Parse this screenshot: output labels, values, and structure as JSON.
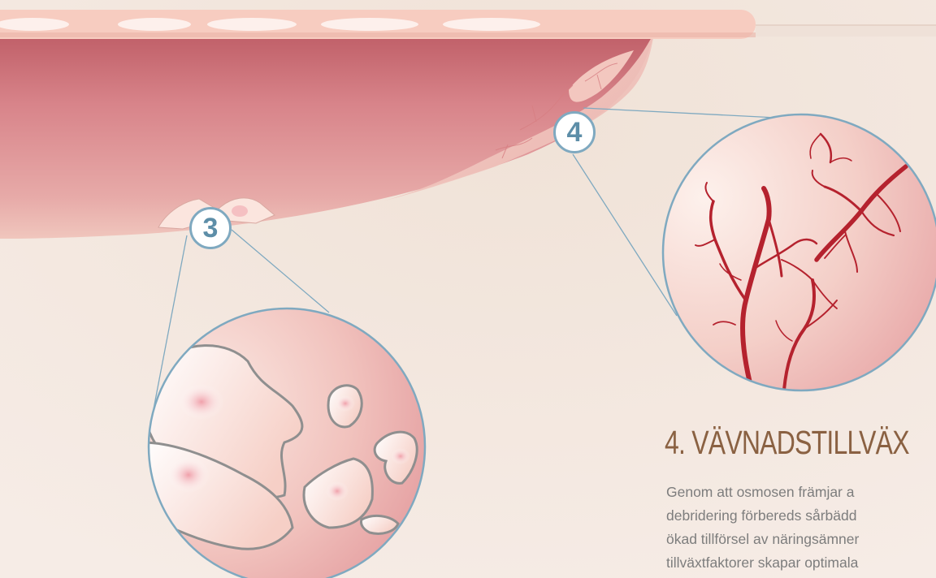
{
  "markers": {
    "wound_debris": "3",
    "tissue_growth": "4"
  },
  "section": {
    "title": "4. VÄVNADSTILLVÄX",
    "body_lines": [
      "Genom att osmosen främjar a",
      "debridering förbereds sårbädd",
      "ökad tillförsel av näringsämner",
      "tillväxtfaktorer skapar optimala"
    ]
  },
  "colors": {
    "background": "#f2e6de",
    "wound": "#d8848a",
    "bandage": "#f7ccc0",
    "vessel": "#b5222e",
    "marker_ring": "#7fa9c0",
    "marker_text": "#5d8ea8",
    "title": "#8a6142",
    "body_text": "#7d7d7d"
  }
}
